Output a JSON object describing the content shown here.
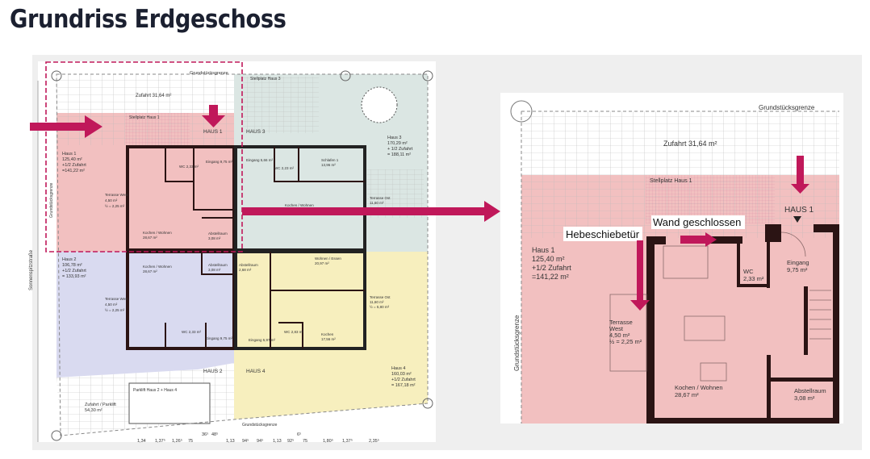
{
  "page": {
    "title": "Grundriss Erdgeschoss"
  },
  "colors": {
    "accent": "#c0185a",
    "haus1": "#f2c0c0",
    "haus2": "#d9daf0",
    "haus3": "#dbe6e3",
    "haus4": "#f7efbe",
    "wall": "#2b1414",
    "panel": "#efefef"
  },
  "overview_plan": {
    "boundary": "Grundstücksgrenze",
    "street": "Sonnenspitzstraße",
    "driveway": "Zufahrt 31,64 m²",
    "parking_1": "Stellplatz Haus 1",
    "parking_3": "Stellplatz Haus 3",
    "parking_lift": "Parklift Haus 2 + Haus 4",
    "driveway_lift": [
      "Zufahrt / Parklift",
      "54,30 m²"
    ],
    "haus1": {
      "entry": "HAUS 1",
      "summary": [
        "Haus 1",
        "125,40 m²",
        "+1/2 Zufahrt",
        "=141,22 m²"
      ],
      "rooms": [
        "Eingang 9,75 m²",
        "WC 2,33 m²",
        "Terrasse West",
        "4,50 m²",
        "½ = 2,25 m²",
        "Kochen / Wohnen",
        "28,67 m²",
        "Abstellraum",
        "3,08 m²"
      ]
    },
    "haus2": {
      "entry": "HAUS 2",
      "summary": [
        "Haus 2",
        "106,78 m²",
        "+1/2 Zufahrt",
        "= 133,93 m²"
      ],
      "rooms": [
        "Kochen / Wohnen",
        "28,67 m²",
        "Abstellraum",
        "3,08 m²",
        "Terrasse West",
        "4,50 m²",
        "½ = 2,25 m²",
        "WC 2,33 m²",
        "Eingang 9,75 m²"
      ]
    },
    "haus3": {
      "entry": "HAUS 3",
      "summary": [
        "Haus 3",
        "170,29 m²",
        "+ 1/2 Zufahrt",
        "= 188,11 m²"
      ],
      "rooms": [
        "Eingang 5,66 m²",
        "WC 2,23 m²",
        "Schlafen 1",
        "13,96 m²",
        "Kochen / Wohnen",
        "Terrasse Ost",
        "11,60 m²"
      ]
    },
    "haus4": {
      "entry": "HAUS 4",
      "summary": [
        "Haus 4",
        "160,03 m²",
        "+1/2 Zufahrt",
        "= 167,18 m²"
      ],
      "rooms": [
        "Abstellraum",
        "2,68 m²",
        "Wohnen / Essen",
        "20,97 m²",
        "Terrasse Ost",
        "11,60 m²",
        "½ = 5,80 m²",
        "Eingang 5,97 m²",
        "WC 2,83 m²",
        "Kochen",
        "17,56 m²"
      ]
    },
    "dimensions": [
      "1,34",
      "1,37⁵",
      "1,26⁵",
      "75",
      "36⁵",
      "48⁵",
      "1,13",
      "94⁵",
      "94⁵",
      "1,13",
      "92⁵",
      "6⁵",
      "75",
      "1,80⁵",
      "1,37⁵",
      "2,35⁵"
    ]
  },
  "detail_plan": {
    "boundary": "Grundstücksgrenze",
    "driveway": "Zufahrt 31,64 m²",
    "parking": "Stellplatz Haus 1",
    "entry": "HAUS 1",
    "summary": [
      "Haus 1",
      "125,40 m²",
      "+1/2 Zufahrt",
      "=141,22 m²"
    ],
    "rooms": {
      "eingang": [
        "Eingang",
        "9,75 m²"
      ],
      "wc": [
        "WC",
        "2,33 m²"
      ],
      "terrasse": [
        "Terrasse",
        "West",
        "4,50 m²",
        "½ = 2,25 m²"
      ],
      "kochen": [
        "Kochen / Wohnen",
        "28,67 m²"
      ],
      "abstell": [
        "Abstellraum",
        "3,08 m²"
      ]
    },
    "callouts": {
      "sliding_door": "Hebeschiebetür",
      "wall_closed": "Wand geschlossen"
    }
  }
}
